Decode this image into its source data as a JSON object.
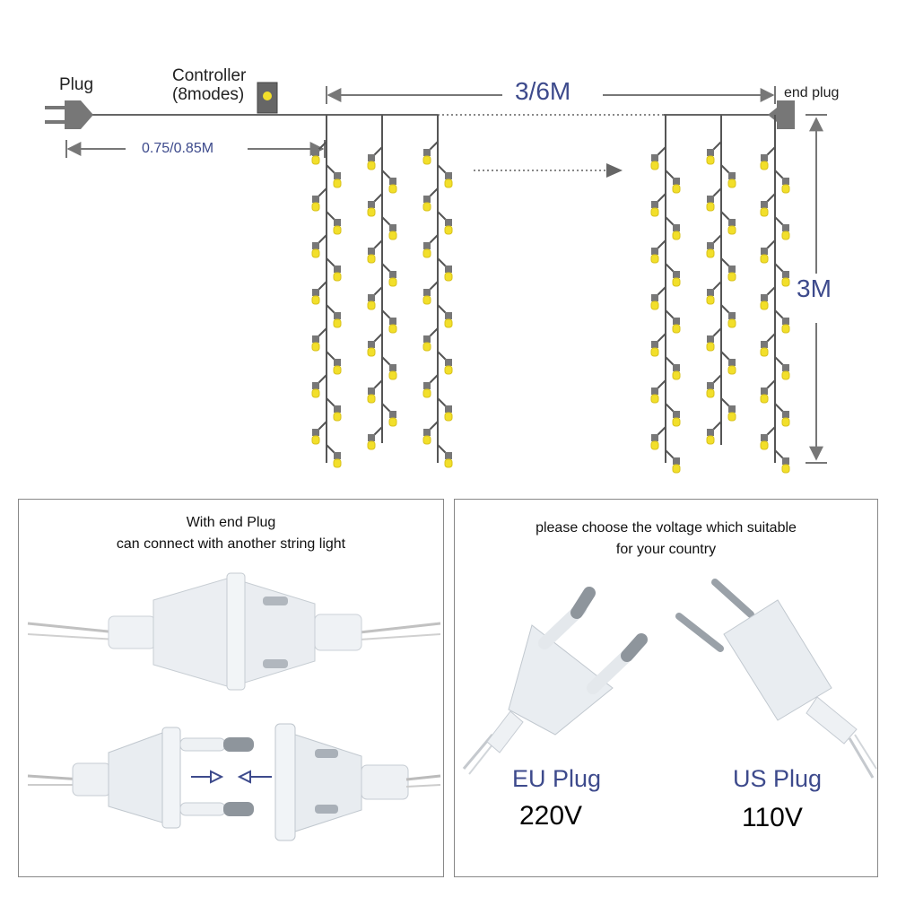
{
  "diagram": {
    "plug_label": "Plug",
    "controller_label_1": "Controller",
    "controller_label_2": "(8modes)",
    "width_label": "3/6M",
    "end_plug_label": "end plug",
    "lead_length_label": "0.75/0.85M",
    "height_label": "3M"
  },
  "panel_left": {
    "line1": "With end Plug",
    "line2": "can connect with another string light"
  },
  "panel_right": {
    "line1": "please choose the voltage which suitable",
    "line2": "for your country",
    "eu_plug": {
      "name": "EU Plug",
      "voltage": "220V"
    },
    "us_plug": {
      "name": "US Plug",
      "voltage": "110V"
    }
  },
  "colors": {
    "led": "#f2df2a",
    "wire": "#555555",
    "accent": "#3d4a8c"
  }
}
